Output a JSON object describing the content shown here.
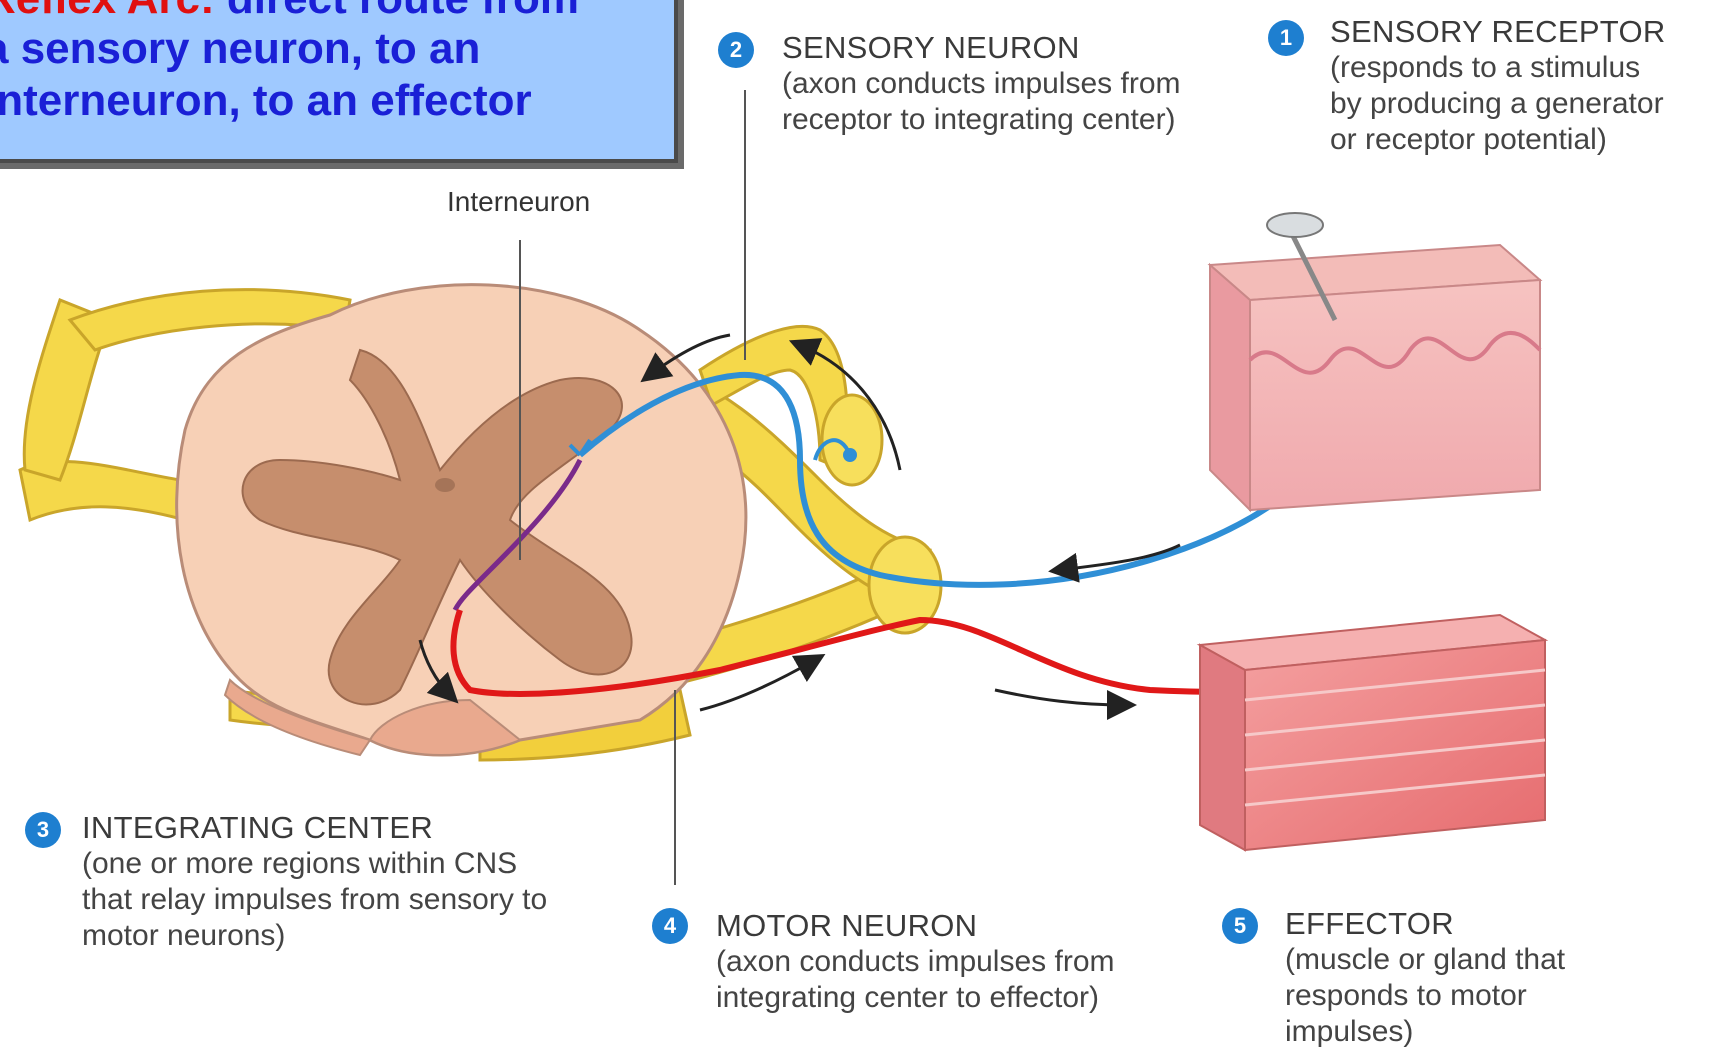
{
  "title": {
    "keyword": "Reflex Arc:",
    "line1_rest": " direct route from",
    "line2": "a sensory neuron, to an",
    "line3": "interneuron, to an effector"
  },
  "labels": {
    "sensory_receptor": {
      "number": "1",
      "heading": "SENSORY RECEPTOR",
      "desc": [
        "(responds to a stimulus",
        "by producing a generator",
        "or receptor potential)"
      ]
    },
    "sensory_neuron": {
      "number": "2",
      "heading": "SENSORY NEURON",
      "desc": [
        "(axon conducts impulses from",
        "receptor to integrating center)"
      ]
    },
    "integrating_center": {
      "number": "3",
      "heading": "INTEGRATING CENTER",
      "desc": [
        "(one or more regions within CNS",
        "that relay impulses from sensory to",
        "motor neurons)"
      ]
    },
    "motor_neuron": {
      "number": "4",
      "heading": "MOTOR NEURON",
      "desc": [
        "(axon conducts impulses from",
        "integrating center to effector)"
      ]
    },
    "effector": {
      "number": "5",
      "heading": "EFFECTOR",
      "desc": [
        "(muscle or gland that",
        "responds to motor",
        "impulses)"
      ]
    },
    "interneuron": "Interneuron"
  },
  "colors": {
    "sensory": "#2f8fd6",
    "motor": "#e01818",
    "interneuron": "#7a2a8a",
    "nerve": "#f5d84a",
    "badge": "#1e7fd0",
    "title_text": "#1a20d6",
    "title_keyword": "#e01010",
    "title_bg": "#9fc9ff"
  }
}
